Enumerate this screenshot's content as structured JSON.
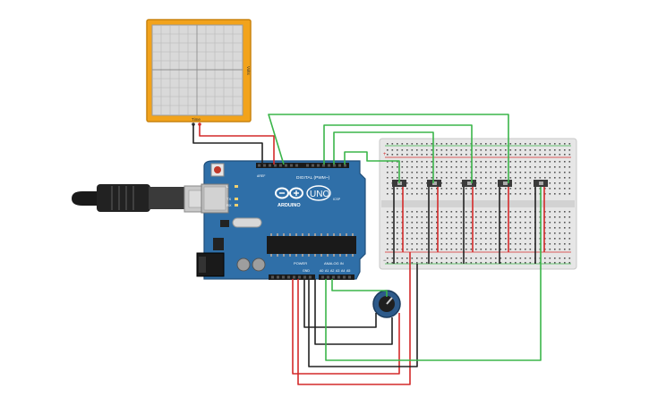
{
  "colors": {
    "board": "#2f6fa8",
    "board_dark": "#1f4e7a",
    "wire_green": "#3bb54a",
    "wire_red": "#d42a2a",
    "wire_black": "#222222",
    "scope_frame": "#f2a31b",
    "breadboard": "#e6e6e6"
  },
  "oscilloscope": {
    "time_label": "Time",
    "volts_label": "Volts"
  },
  "arduino": {
    "brand": "ARDUINO",
    "model": "UNO",
    "digital_label": "DIGITAL (PWM~)",
    "power_label": "POWER",
    "analog_label": "ANALOG IN",
    "icsp_label": "ICSP",
    "tx_label": "TX",
    "rx_label": "RX",
    "l_label": "L",
    "aref_label": "AREF",
    "gnd_label": "GND",
    "a0_label": "A0",
    "a1_label": "A1",
    "a2_label": "A2",
    "a3_label": "A3",
    "a4_label": "A4",
    "a5_label": "A5"
  },
  "breadboard": {
    "plus_label": "+",
    "minus_label": "−"
  }
}
